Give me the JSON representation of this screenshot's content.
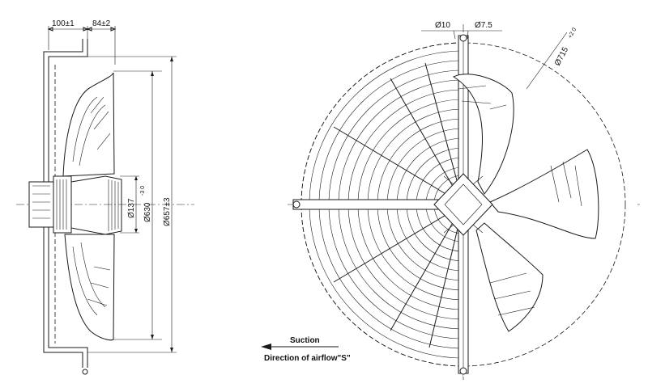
{
  "side_view": {
    "dim_flange": "100±1",
    "dim_depth": "84±2",
    "dia_hub": "Ø137",
    "dia_inner": "Ø630",
    "dia_inner_tol": "-3\n0",
    "dia_outer": "Ø657±3"
  },
  "front_view": {
    "dia_hole_outer": "Ø10",
    "dia_hole_inner": "Ø7.5",
    "dia_bolt_circle": "Ø715",
    "dia_bolt_circle_tol": "+2\n0"
  },
  "airflow": {
    "mode": "Suction",
    "label": "Direction of airflow\"S\""
  },
  "colors": {
    "line": "#1a1a1a",
    "background": "#ffffff"
  }
}
